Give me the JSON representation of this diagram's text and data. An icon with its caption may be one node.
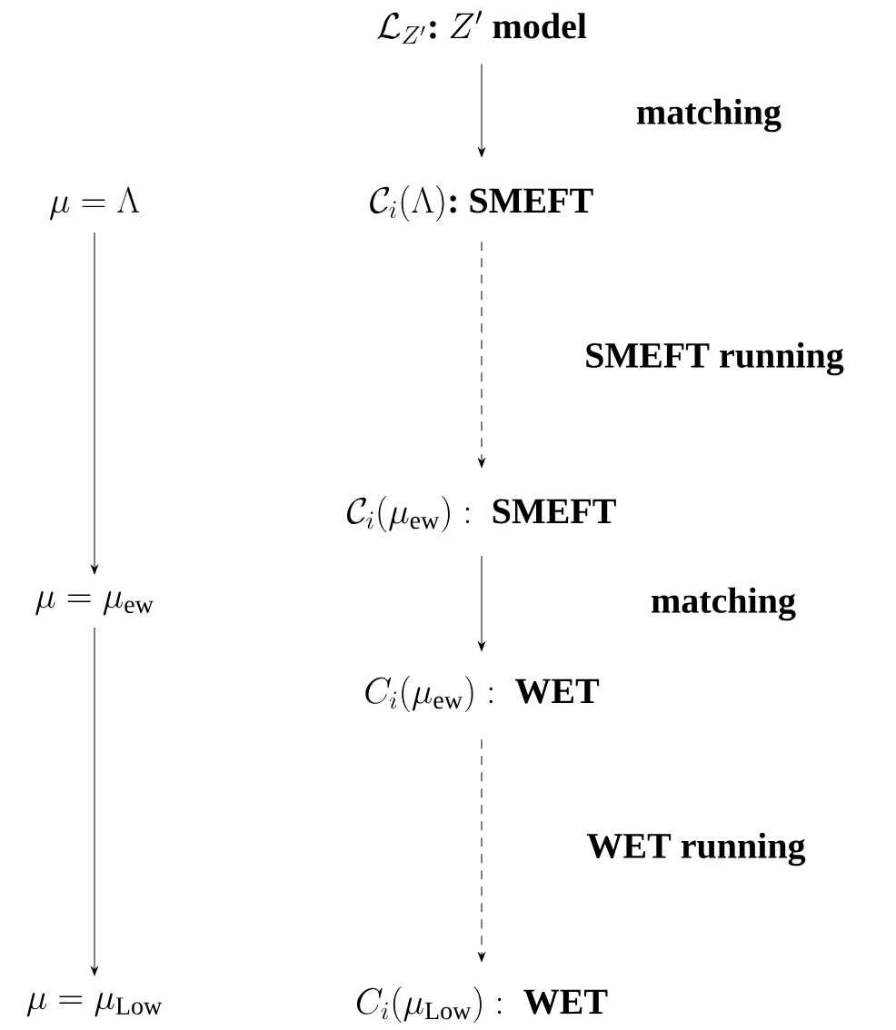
{
  "diagram": {
    "nodes": [
      {
        "text": [
          "\\mathcal{L}_{Z'}\\textbf{:}\\ Z'\\ \\textbf{model}"
        ]
      },
      {
        "text": [
          "\\mu=\\Lambda"
        ]
      },
      {
        "text": [
          "\\mathcal{C}_i(\\Lambda)\\textbf{:}\\ \\textbf{SMEFT}"
        ]
      },
      {
        "text": [
          "\\mathcal{C}_i(\\mu_{\\mathrm{ew}}):\\ \\textbf{SMEFT}"
        ]
      },
      {
        "text": [
          "\\mu=\\mu_{\\mathrm{ew}}"
        ]
      },
      {
        "text": [
          "C_i(\\mu_{\\mathrm{ew}}):\\ \\textbf{WET}"
        ]
      },
      {
        "text": [
          "\\mu=\\mu_{\\mathrm{Low}}"
        ]
      },
      {
        "text": [
          "C_i(\\mu_{\\mathrm{Low}}):\\ \\textbf{WET}"
        ]
      }
    ],
    "edges": [
      {
        "from": 0,
        "to": 2,
        "arrow": "to",
        "label": "matching"
      },
      {
        "from": 2,
        "to": 3,
        "arrow": "to",
        "label": "SMEFT running",
        "style": "dashed"
      },
      {
        "from": 3,
        "to": 5,
        "arrow": "to",
        "label": "matching"
      },
      {
        "from": 5,
        "to": 7,
        "arrow": "to",
        "label": "WET running",
        "style": "dashed"
      },
      {
        "from": 1,
        "to": 4,
        "arrow": "to"
      },
      {
        "from": 4,
        "to": 6,
        "arrow": "to"
      }
    ]
  }
}
